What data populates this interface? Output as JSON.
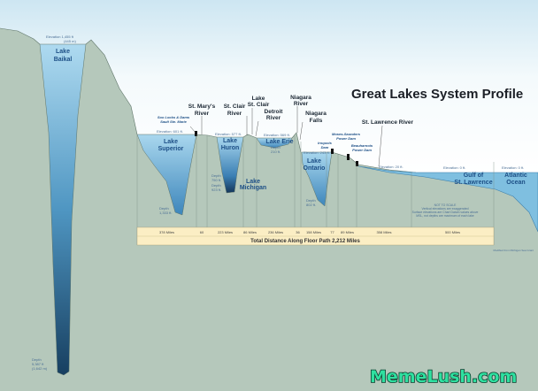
{
  "title": "Great Lakes System Profile",
  "lakes": {
    "baikal": {
      "name_1": "Lake",
      "name_2": "Baikal",
      "elevation_1": "Elevation 1,455 ft",
      "elevation_2": "(445 m)",
      "depth_1": "Depth",
      "depth_2": "5,387 ft",
      "depth_3": "(1,642 m)"
    },
    "superior": {
      "name_1": "Lake",
      "name_2": "Superior",
      "elevation": "Elevation: 601 ft.",
      "depth_1": "Depth",
      "depth_2": "1,333 ft."
    },
    "huron": {
      "name_1": "Lake",
      "name_2": "Huron",
      "elevation": "Elevation: 577 ft.",
      "depth_1": "Depth",
      "depth_2": "750 ft."
    },
    "michigan": {
      "name_1": "Lake",
      "name_2": "Michigan",
      "depth_1": "Depth",
      "depth_2": "923 ft."
    },
    "st_clair": {
      "name_1": "Lake",
      "name_2": "St. Clair"
    },
    "erie": {
      "name": "Lake Erie",
      "elevation": "Elevation: 569 ft.",
      "depth_1": "Depth",
      "depth_2": "210 ft."
    },
    "ontario": {
      "name_1": "Lake",
      "name_2": "Ontario",
      "elevation": "Elevation: 243 ft.",
      "depth_1": "Depth",
      "depth_2": "802 ft."
    },
    "gulf": {
      "name_1": "Gulf of",
      "name_2": "St. Lawrence",
      "elevation": "Elevation: 0 ft."
    },
    "atlantic": {
      "name_1": "Atlantic",
      "name_2": "Ocean",
      "elevation": "Elevation: 0 ft."
    }
  },
  "rivers": {
    "st_marys": {
      "l1": "St. Mary's",
      "l2": "River"
    },
    "st_clair": {
      "l1": "St. Clair",
      "l2": "River"
    },
    "detroit": {
      "l1": "Detroit",
      "l2": "River"
    },
    "niagara": {
      "l1": "Niagara",
      "l2": "River"
    },
    "falls": {
      "l1": "Niagara",
      "l2": "Falls"
    },
    "st_lawrence": {
      "l1": "St. Lawrence River",
      "elevation": "Elevation: 20 ft."
    }
  },
  "dams": {
    "soo": {
      "l1": "Soo Locks & Dams",
      "l2": "Sault Ste. Marie"
    },
    "iroquois": {
      "l1": "Iroquois",
      "l2": "Dam"
    },
    "moses": {
      "l1": "Moses-Saunders",
      "l2": "Power Dam"
    },
    "beauharnois": {
      "l1": "Beauharnois",
      "l2": "Power Dam"
    }
  },
  "note": {
    "l1": "NOT TO SCALE",
    "l2": "Vertical elevations are exaggerated",
    "l3": "Surface elevations are Chart Datum values above",
    "l4": "MSL, not depths are maximum of each lake"
  },
  "distances": [
    "378 Miles",
    "60",
    "223 Miles",
    "86 Miles",
    "236 Miles",
    "36",
    "158 Miles",
    "77",
    "89 Miles",
    "358 Miles",
    "500 Miles"
  ],
  "total_distance": "Total Distance Along Floor Path 2,212 Miles",
  "credit": "Modified from Michigan Sea Grant",
  "watermark": "MemeLush.com",
  "colors": {
    "ground": "#b5c8bb",
    "water": "#8cc8e6",
    "deep_water": "#1e5f8a",
    "sky": "#d6ecf5",
    "bar": "#fbeec4"
  }
}
